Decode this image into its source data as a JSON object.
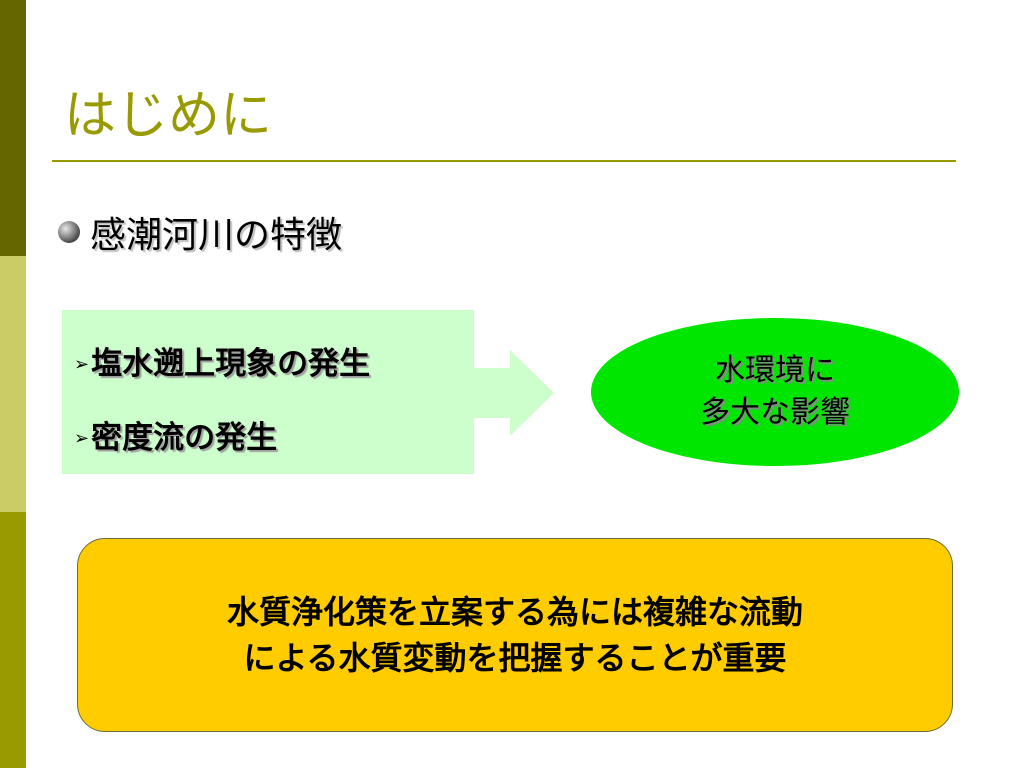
{
  "slide": {
    "title": "はじめに",
    "bullet": "感潮河川の特徴",
    "box_left": {
      "items": [
        {
          "marker": "➢",
          "text": "塩水遡上現象の発生"
        },
        {
          "marker": "➢",
          "text": "密度流の発生"
        }
      ]
    },
    "ellipse": {
      "line1": "水環境に",
      "line2": "多大な影響"
    },
    "conclusion": {
      "line1": "水質浄化策を立案する為には複雑な流動",
      "line2": "による水質変動を把握することが重要"
    }
  },
  "colors": {
    "sidebar_top": "#666600",
    "sidebar_mid": "#cccc66",
    "sidebar_bottom": "#999900",
    "title": "#999900",
    "green_box": "#ccffcc",
    "arrow": "#ccffcc",
    "ellipse": "#00e600",
    "conclusion_box": "#ffcc00"
  },
  "icons": {
    "bullet": "sphere-bullet-icon",
    "sub_marker": "arrowhead-bullet-icon",
    "flow_arrow": "right-arrow-icon"
  }
}
